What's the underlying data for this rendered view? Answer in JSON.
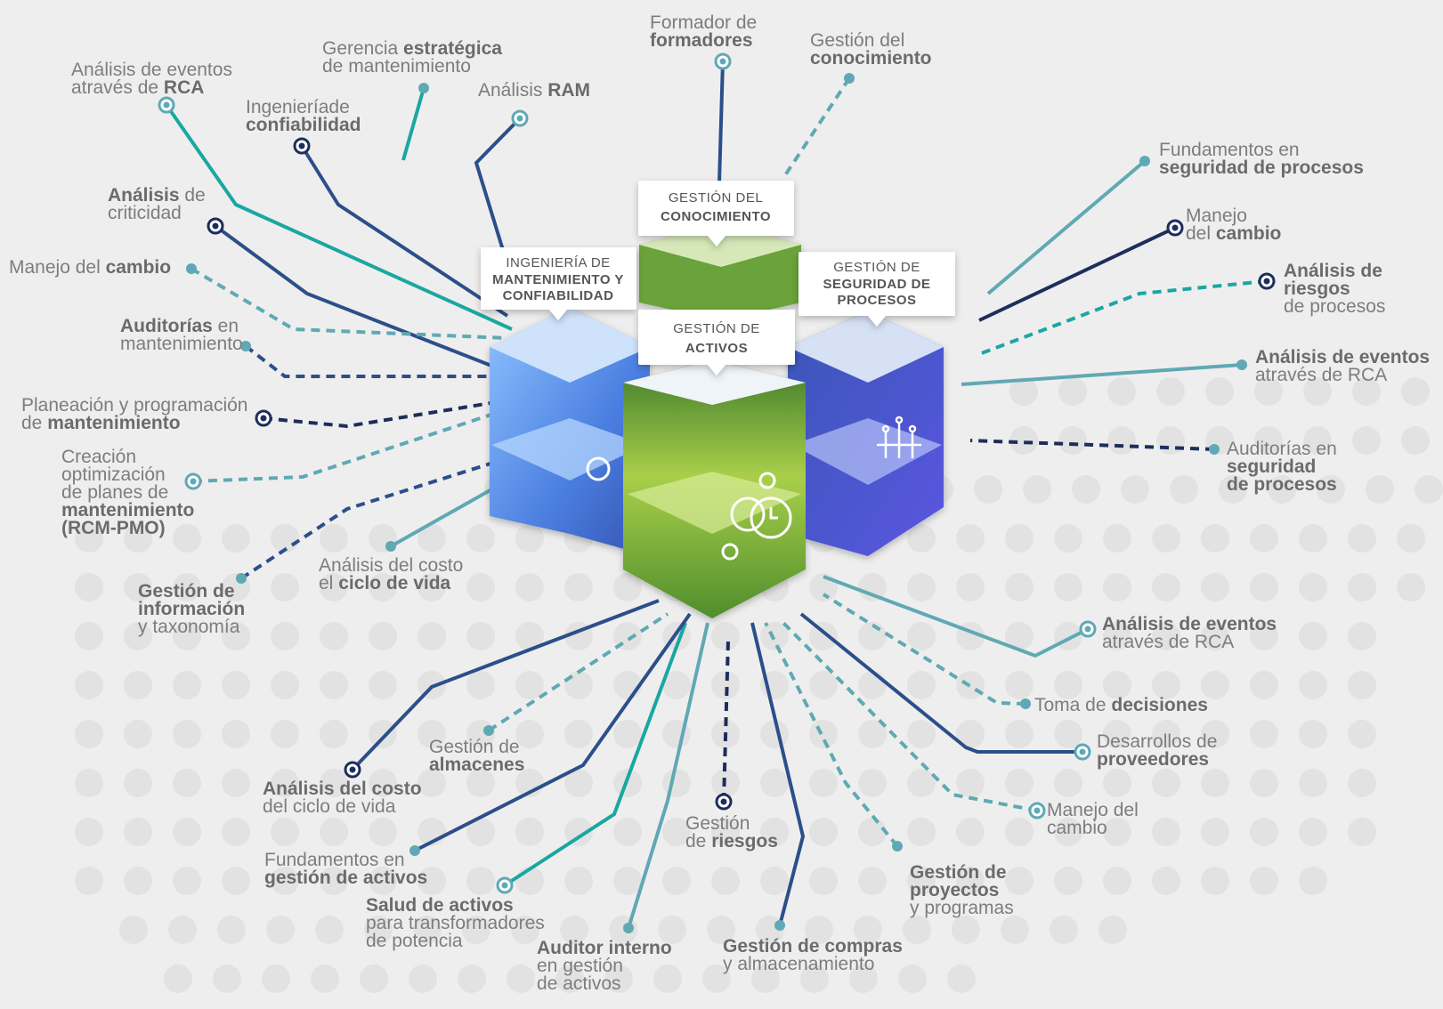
{
  "colors": {
    "background": "#efeeee",
    "teal": "#1aa7a1",
    "dark_blue": "#2b4f8a",
    "navy": "#1d2d5c",
    "light_teal": "#5fa9b4",
    "green_cube": "#7bb23a",
    "blue_cube": "#3e63c7",
    "label_text": "#7d7d7d"
  },
  "center": {
    "boxes": [
      {
        "line1": "INGENIERÍA DE",
        "line2": "MANTENIMIENTO Y",
        "line3": "CONFIABILIDAD"
      },
      {
        "line1": "GESTIÓN DEL",
        "line2": "CONOCIMIENTO"
      },
      {
        "line1": "GESTIÓN DE",
        "line2": "SEGURIDAD DE",
        "line3": "PROCESOS"
      },
      {
        "line1": "GESTIÓN DE",
        "line2": "ACTIVOS"
      }
    ]
  },
  "nodes": [
    {
      "id": "n1",
      "lines": [
        [
          [
            "Análisis de eventos",
            0
          ]
        ],
        [
          [
            "através de ",
            0
          ],
          [
            "RCA",
            1
          ]
        ]
      ]
    },
    {
      "id": "n2",
      "lines": [
        [
          [
            "Gerencia ",
            0
          ],
          [
            "estratégica",
            1
          ]
        ],
        [
          [
            "de mantenimiento",
            0
          ]
        ]
      ]
    },
    {
      "id": "n3",
      "lines": [
        [
          [
            "Análisis ",
            0
          ],
          [
            "RAM",
            1
          ]
        ]
      ]
    },
    {
      "id": "n4",
      "lines": [
        [
          [
            "Formador de",
            0
          ]
        ],
        [
          [
            "formadores",
            1
          ]
        ]
      ]
    },
    {
      "id": "n5",
      "lines": [
        [
          [
            "Gestión del",
            0
          ]
        ],
        [
          [
            "conocimiento",
            1
          ]
        ]
      ]
    },
    {
      "id": "n6",
      "lines": [
        [
          [
            "Ingenieríade",
            0
          ]
        ],
        [
          [
            "confiabilidad",
            1
          ]
        ]
      ]
    },
    {
      "id": "n7",
      "lines": [
        [
          [
            "Análisis",
            1
          ],
          [
            " de",
            0
          ]
        ],
        [
          [
            "criticidad",
            0
          ]
        ]
      ]
    },
    {
      "id": "n8",
      "lines": [
        [
          [
            "Manejo del ",
            0
          ],
          [
            "cambio",
            1
          ]
        ]
      ]
    },
    {
      "id": "n9",
      "lines": [
        [
          [
            "Auditorías",
            1
          ],
          [
            " en",
            0
          ]
        ],
        [
          [
            "mantenimiento",
            0
          ]
        ]
      ]
    },
    {
      "id": "n10",
      "lines": [
        [
          [
            "Planeación y programación",
            0
          ]
        ],
        [
          [
            "de ",
            0
          ],
          [
            "mantenimiento",
            1
          ]
        ]
      ]
    },
    {
      "id": "n11",
      "lines": [
        [
          [
            "Creación",
            0
          ]
        ],
        [
          [
            "optimización",
            0
          ]
        ],
        [
          [
            "de planes de",
            0
          ]
        ],
        [
          [
            "mantenimiento",
            1
          ]
        ],
        [
          [
            "(RCM-PMO)",
            1
          ]
        ]
      ]
    },
    {
      "id": "n12",
      "lines": [
        [
          [
            "Gestión de",
            1
          ]
        ],
        [
          [
            "información",
            1
          ]
        ],
        [
          [
            "y taxonomía",
            0
          ]
        ]
      ]
    },
    {
      "id": "n13",
      "lines": [
        [
          [
            "Análisis del costo",
            0
          ]
        ],
        [
          [
            "el ",
            0
          ],
          [
            "ciclo de vida",
            1
          ]
        ]
      ]
    },
    {
      "id": "n14",
      "lines": [
        [
          [
            "Fundamentos en",
            0
          ]
        ],
        [
          [
            "seguridad de procesos",
            1
          ]
        ]
      ]
    },
    {
      "id": "n15",
      "lines": [
        [
          [
            "Manejo",
            0
          ]
        ],
        [
          [
            "del ",
            0
          ],
          [
            "cambio",
            1
          ]
        ]
      ]
    },
    {
      "id": "n16",
      "lines": [
        [
          [
            "Análisis de",
            1
          ]
        ],
        [
          [
            "riesgos",
            1
          ]
        ],
        [
          [
            "de procesos",
            0
          ]
        ]
      ]
    },
    {
      "id": "n17",
      "lines": [
        [
          [
            "Análisis de eventos",
            1
          ]
        ],
        [
          [
            "através de RCA",
            0
          ]
        ]
      ]
    },
    {
      "id": "n18",
      "lines": [
        [
          [
            "Auditorías en",
            0
          ]
        ],
        [
          [
            "seguridad",
            1
          ]
        ],
        [
          [
            "de procesos",
            1
          ]
        ]
      ]
    },
    {
      "id": "n19",
      "lines": [
        [
          [
            "Análisis de eventos",
            1
          ]
        ],
        [
          [
            "através de RCA",
            0
          ]
        ]
      ]
    },
    {
      "id": "n20",
      "lines": [
        [
          [
            "Toma de ",
            0
          ],
          [
            "decisiones",
            1
          ]
        ]
      ]
    },
    {
      "id": "n21",
      "lines": [
        [
          [
            "Desarrollos de",
            0
          ]
        ],
        [
          [
            "proveedores",
            1
          ]
        ]
      ]
    },
    {
      "id": "n22",
      "lines": [
        [
          [
            "Manejo del",
            0
          ]
        ],
        [
          [
            "cambio",
            0
          ]
        ]
      ]
    },
    {
      "id": "n23",
      "lines": [
        [
          [
            "Gestión de",
            1
          ]
        ],
        [
          [
            "proyectos",
            1
          ]
        ],
        [
          [
            "y programas",
            0
          ]
        ]
      ]
    },
    {
      "id": "n24",
      "lines": [
        [
          [
            "Gestión de compras",
            1
          ]
        ],
        [
          [
            "y almacenamiento",
            0
          ]
        ]
      ]
    },
    {
      "id": "n25",
      "lines": [
        [
          [
            "Auditor interno",
            1
          ]
        ],
        [
          [
            "en gestión",
            0
          ]
        ],
        [
          [
            "de activos",
            0
          ]
        ]
      ]
    },
    {
      "id": "n26",
      "lines": [
        [
          [
            "Gestión",
            0
          ]
        ],
        [
          [
            "de ",
            0
          ],
          [
            "riesgos",
            1
          ]
        ]
      ]
    },
    {
      "id": "n27",
      "lines": [
        [
          [
            "Salud de activos",
            1
          ]
        ],
        [
          [
            "para transformadores",
            0
          ]
        ],
        [
          [
            "de potencia",
            0
          ]
        ]
      ]
    },
    {
      "id": "n28",
      "lines": [
        [
          [
            "Fundamentos en",
            0
          ]
        ],
        [
          [
            "gestión de activos",
            1
          ]
        ]
      ]
    },
    {
      "id": "n29",
      "lines": [
        [
          [
            "Gestión de",
            0
          ]
        ],
        [
          [
            "almacenes",
            1
          ]
        ]
      ]
    },
    {
      "id": "n30",
      "lines": [
        [
          [
            "Análisis del costo",
            1
          ]
        ],
        [
          [
            "del ciclo de vida",
            0
          ]
        ]
      ]
    }
  ]
}
